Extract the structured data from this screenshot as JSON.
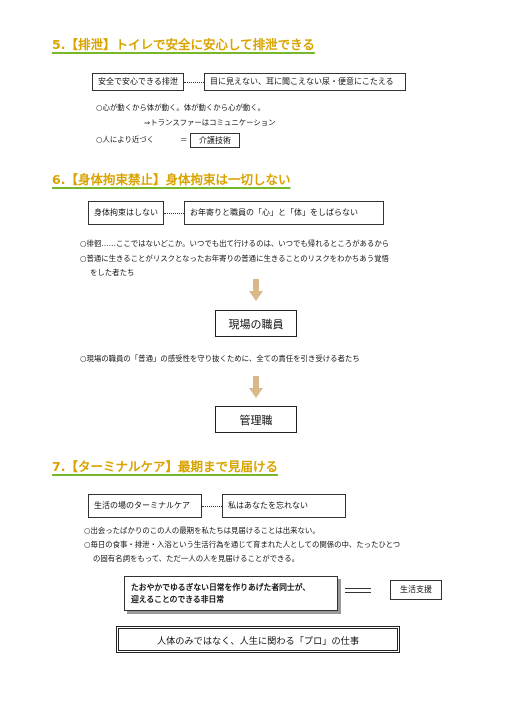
{
  "s5": {
    "heading": "5.【排泄】トイレで安全に安心して排泄できる",
    "box_left": "安全で安心できる排泄",
    "box_right": "目に見えない、耳に聞こえない尿・便意にこたえる",
    "line1": "○心が動くから体が動く。体が動くから心が動く。",
    "line2": "⇒トランスファーはコミュニケーション",
    "line3": "○人により近づく",
    "eq": "＝",
    "box_small": "介護技術"
  },
  "s6": {
    "heading": "6.【身体拘束禁止】身体拘束は一切しない",
    "box_left": "身体拘束はしない",
    "box_right": "お年寄りと職員の「心」と「体」をしばらない",
    "line1": "○徘徊……ここではないどこか。いつでも出て行けるのは、いつでも帰れるところがあるから",
    "line2": "○普通に生きることがリスクとなったお年寄りの普通に生きることのリスクをわかちあう覚悟",
    "line3": "をした者たち",
    "box_staff": "現場の職員",
    "line4": "○現場の職員の「普通」の感受性を守り抜くために、全ての責任を引き受ける者たち",
    "box_manager": "管理職"
  },
  "s7": {
    "heading": "7.【ターミナルケア】最期まで見届ける",
    "box_left": "生活の場のターミナルケア",
    "box_right": "私はあなたを忘れない",
    "line1": "○出会ったばかりのこの人の最期を私たちは見届けることは出来ない。",
    "line2": "○毎日の食事・排泄・入浴という生活行為を通じて育まれた人としての関係の中、たったひとつ",
    "line3": "の固有名詞をもって、ただ一人の人を見届けることができる。",
    "shadow_line1": "たおやかでゆるぎない日常を作りあげた者同士が、",
    "shadow_line2": "迎えることのできる非日常",
    "box_support": "生活支援",
    "final": "人体のみではなく、人生に関わる「プロ」の仕事"
  },
  "colors": {
    "heading_text": "#d9a400",
    "heading_underline": "#76b82a",
    "arrow": "#d9b98a"
  }
}
